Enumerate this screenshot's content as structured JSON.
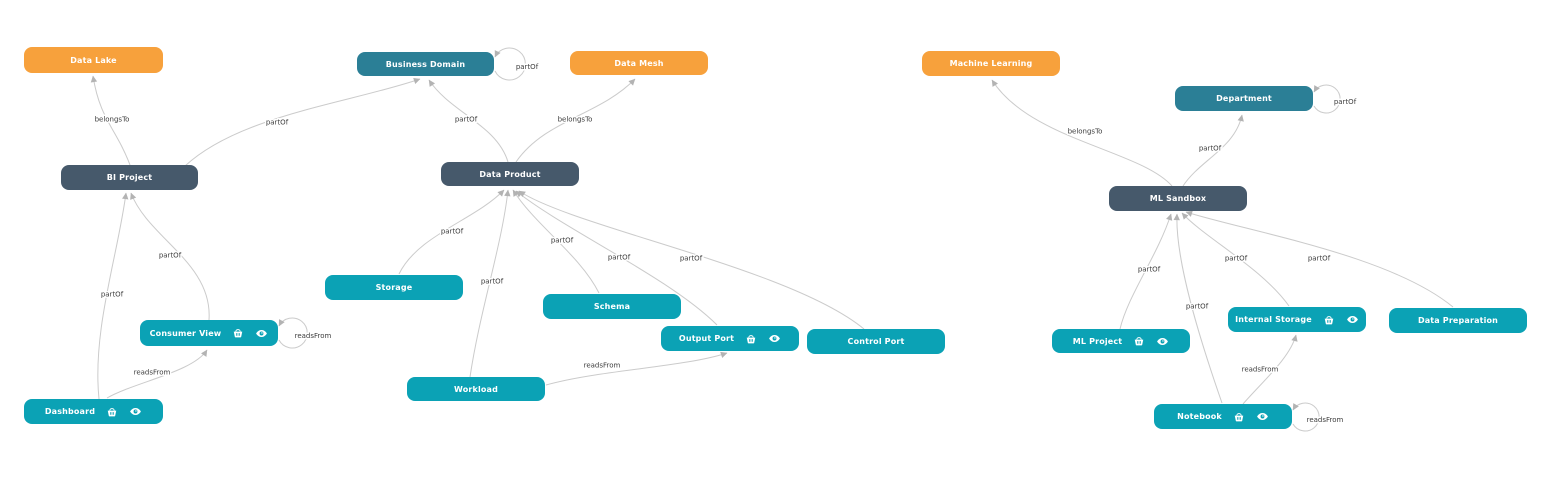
{
  "diagram": {
    "colors": {
      "concept": "#F7A13C",
      "organizational": "#2B7F96",
      "project": "#46596B",
      "artifact": "#0BA2B5",
      "edge_line": "#cbcbcb",
      "edge_arrow": "#b3b3b3",
      "edge_label_text": "#3d3d3d"
    },
    "nodes": [
      {
        "id": "data-lake",
        "label": "Data Lake",
        "role": "concept",
        "icons": []
      },
      {
        "id": "business-domain",
        "label": "Business Domain",
        "role": "organizational",
        "icons": []
      },
      {
        "id": "data-mesh",
        "label": "Data Mesh",
        "role": "concept",
        "icons": []
      },
      {
        "id": "bi-project",
        "label": "BI Project",
        "role": "project",
        "icons": []
      },
      {
        "id": "data-product",
        "label": "Data Product",
        "role": "project",
        "icons": []
      },
      {
        "id": "storage",
        "label": "Storage",
        "role": "artifact",
        "icons": []
      },
      {
        "id": "schema",
        "label": "Schema",
        "role": "artifact",
        "icons": []
      },
      {
        "id": "consumer-view",
        "label": "Consumer View",
        "role": "artifact",
        "icons": [
          "basket",
          "eye"
        ]
      },
      {
        "id": "output-port",
        "label": "Output Port",
        "role": "artifact",
        "icons": [
          "basket",
          "eye"
        ]
      },
      {
        "id": "control-port",
        "label": "Control Port",
        "role": "artifact",
        "icons": []
      },
      {
        "id": "workload",
        "label": "Workload",
        "role": "artifact",
        "icons": []
      },
      {
        "id": "dashboard",
        "label": "Dashboard",
        "role": "artifact",
        "icons": [
          "basket",
          "eye"
        ]
      },
      {
        "id": "machine-learning",
        "label": "Machine Learning",
        "role": "concept",
        "icons": []
      },
      {
        "id": "department",
        "label": "Department",
        "role": "organizational",
        "icons": []
      },
      {
        "id": "ml-sandbox",
        "label": "ML Sandbox",
        "role": "project",
        "icons": []
      },
      {
        "id": "ml-project",
        "label": "ML Project",
        "role": "artifact",
        "icons": [
          "basket",
          "eye"
        ]
      },
      {
        "id": "internal-storage",
        "label": "Internal Storage",
        "role": "artifact",
        "icons": [
          "basket",
          "eye"
        ]
      },
      {
        "id": "data-preparation",
        "label": "Data Preparation",
        "role": "artifact",
        "icons": []
      },
      {
        "id": "notebook",
        "label": "Notebook",
        "role": "artifact",
        "icons": [
          "basket",
          "eye"
        ]
      }
    ],
    "edges": [
      {
        "from": "bi-project",
        "to": "data-lake",
        "label": "belongsTo"
      },
      {
        "from": "bi-project",
        "to": "business-domain",
        "label": "partOf"
      },
      {
        "from": "business-domain",
        "to": "business-domain",
        "label": "partOf"
      },
      {
        "from": "data-product",
        "to": "business-domain",
        "label": "partOf"
      },
      {
        "from": "data-product",
        "to": "data-mesh",
        "label": "belongsTo"
      },
      {
        "from": "consumer-view",
        "to": "bi-project",
        "label": "partOf"
      },
      {
        "from": "dashboard",
        "to": "bi-project",
        "label": "partOf"
      },
      {
        "from": "dashboard",
        "to": "consumer-view",
        "label": "readsFrom"
      },
      {
        "from": "consumer-view",
        "to": "consumer-view",
        "label": "readsFrom"
      },
      {
        "from": "storage",
        "to": "data-product",
        "label": "partOf"
      },
      {
        "from": "workload",
        "to": "data-product",
        "label": "partOf"
      },
      {
        "from": "schema",
        "to": "data-product",
        "label": "partOf"
      },
      {
        "from": "output-port",
        "to": "data-product",
        "label": "partOf"
      },
      {
        "from": "control-port",
        "to": "data-product",
        "label": "partOf"
      },
      {
        "from": "workload",
        "to": "output-port",
        "label": "readsFrom"
      },
      {
        "from": "ml-sandbox",
        "to": "machine-learning",
        "label": "belongsTo"
      },
      {
        "from": "ml-sandbox",
        "to": "department",
        "label": "partOf"
      },
      {
        "from": "department",
        "to": "department",
        "label": "partOf"
      },
      {
        "from": "ml-project",
        "to": "ml-sandbox",
        "label": "partOf"
      },
      {
        "from": "notebook",
        "to": "ml-sandbox",
        "label": "partOf"
      },
      {
        "from": "internal-storage",
        "to": "ml-sandbox",
        "label": "partOf"
      },
      {
        "from": "data-preparation",
        "to": "ml-sandbox",
        "label": "partOf"
      },
      {
        "from": "notebook",
        "to": "internal-storage",
        "label": "readsFrom"
      },
      {
        "from": "notebook",
        "to": "notebook",
        "label": "readsFrom"
      }
    ]
  }
}
